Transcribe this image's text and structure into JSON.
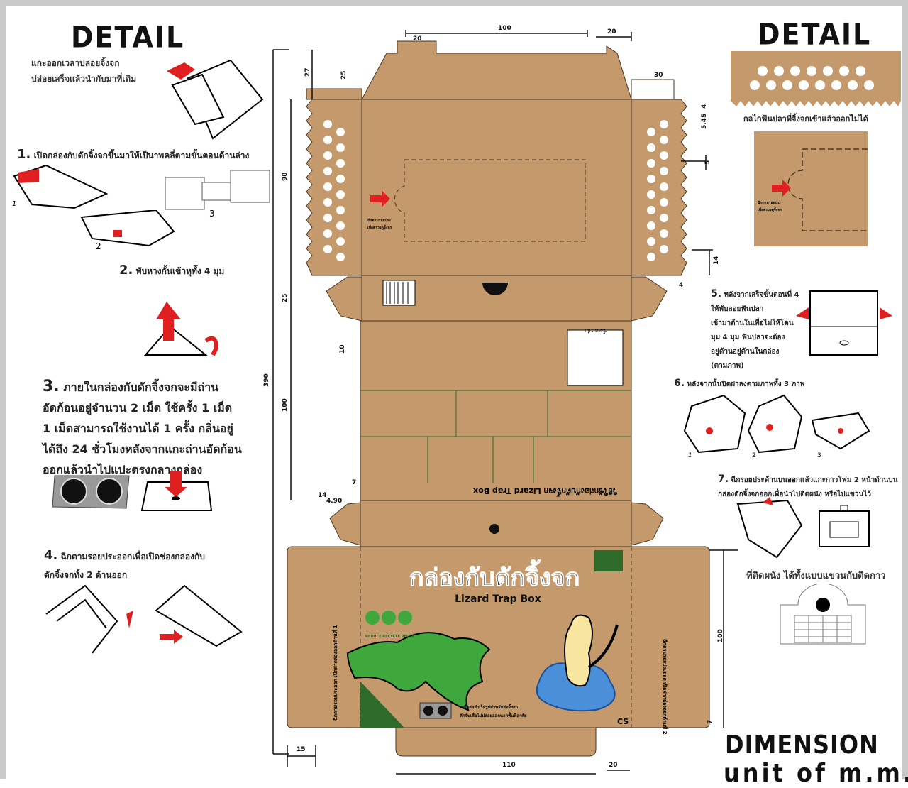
{
  "left": {
    "heading": "DETAIL",
    "release_note": [
      "แกะออกเวลาปล่อยจิ้งจก",
      "ปล่อยเสร็จแล้วนำกับมาที่เดิม"
    ],
    "step1": {
      "num": "1.",
      "text": "เปิดกล่องกับดักจิ้งจกขึ้นมาให้เป็นาพคลี่ตามขั้นตอนด้านล่าง",
      "fig_labels": [
        "1",
        "2",
        "3"
      ]
    },
    "step2": {
      "num": "2.",
      "text": "พับหางกั้นเข้าหุทั้ง 4 มุม"
    },
    "step3": {
      "num": "3.",
      "lines": [
        "ภายในกล่องกับดักจิ้งจกจะมีถ่าน",
        "อัดก้อนอยู่จำนวน 2 เม็ด ใช้ครั้ง 1 เม็ด",
        "1 เม็ดสามารถใช้งานได้ 1 ครั้ง กลิ่นอยู่",
        "ได้ถึง 24 ชั่วโมงหลังจากแกะถ่านอัดก้อน",
        "ออกแล้วนำไปแปะตรงกลางกล่อง"
      ]
    },
    "step4": {
      "num": "4.",
      "lines": [
        "ฉีกตามรอยประออกเพื่อเปิดช่องกล่องกับ",
        "ดักจิ้งจกทั้ง 2 ด้านออก"
      ]
    }
  },
  "right": {
    "heading": "DETAIL",
    "teeth_caption": "กลไกฟันปลาที่จิ้งจกเข้าแล้วออกไม่ได้",
    "tear_label": [
      "ฉีกตามรอยประ",
      "เพื่อตรวจดูจิ้งจก"
    ],
    "step5": {
      "num": "5.",
      "lines": [
        "หลังจากเสร็จขั้นตอนที่ 4",
        "ให้พับลอยฟันปลา",
        "เข้ามาด้านในเพื่อไม่ให้โดน",
        "มุม 4 มุม ฟันปลาจะต้อง",
        "อยู่ด้านอยู่ด้านในกล่อง",
        "(ตามภาพ)"
      ]
    },
    "step6": {
      "num": "6.",
      "text": "หลังจากนั้นปิดฝาลงตามภาพทั้ง 3 ภาพ",
      "fig_labels": [
        "1",
        "2",
        "3"
      ]
    },
    "step7": {
      "num": "7.",
      "lines": [
        "ฉีกรอยประด้านบนออกแล้วแกะกาวโฟม 2 หน้าด้านบน",
        "กล่องดักจิ้งจกออกเพื่อนำไปติดผนัง หรือไปแขวนไว้"
      ]
    },
    "wall_caption": "ที่ติดผนัง ได้ทั้งแบบแขวนกับติดกาว",
    "dimension_title": "DIMENSION",
    "unit": "unit of m.m."
  },
  "box": {
    "title_th": "กล่องกับดักจิ้งจก",
    "title_en": "Lizard Trap Box",
    "recycle": "REDUCE RECYCLE REUSE",
    "usage_title": "วิธีใช้กล่องกับดักจิ้งจก  Lizard Trap Box",
    "advice_title": "ข้อแนะนำ",
    "charcoal_note": [
      "เหยื่อล่อสำเร็จรูปสำหรับล่อจิ้งจก",
      "ดักจับเพื่อไม่ปล่อยออกนอกพื้นที่อาศัย"
    ],
    "tear_label": [
      "ฉีกตามรอยประ",
      "เพื่อตรวจดูจิ้งจก"
    ],
    "side_left": "ฉีกตามรอยประออก เปิดฝากล่องออกด้านที่ 1",
    "side_right": "ฉีกตามรอยประออก เปิดฝากล่องออกด้านที่ 2",
    "logo": "CS"
  },
  "dimensions": {
    "top_left_tab": "20",
    "top_width": "100",
    "top_right_tab": "20",
    "lid_27": "27",
    "lid_25": "25",
    "right_30": "30",
    "tooth_4": "4",
    "tooth_545": "5.45",
    "hole_5": "5",
    "flap_14": "14",
    "flap_4": "4",
    "panel_98": "98",
    "tuck_25": "25",
    "tab_10": "10",
    "panel_100": "100",
    "gap_7": "7",
    "flap_14b": "14",
    "flap_490": "4.90",
    "total_390": "390",
    "glue_15": "15",
    "bottom_110": "110",
    "bottom_20": "20",
    "front_100": "100",
    "front_7": "7"
  },
  "colors": {
    "cardboard": "#c49a6c",
    "accent_red": "#e02020",
    "leaf_green": "#3fa83c",
    "dark_green": "#2e6b2a"
  }
}
